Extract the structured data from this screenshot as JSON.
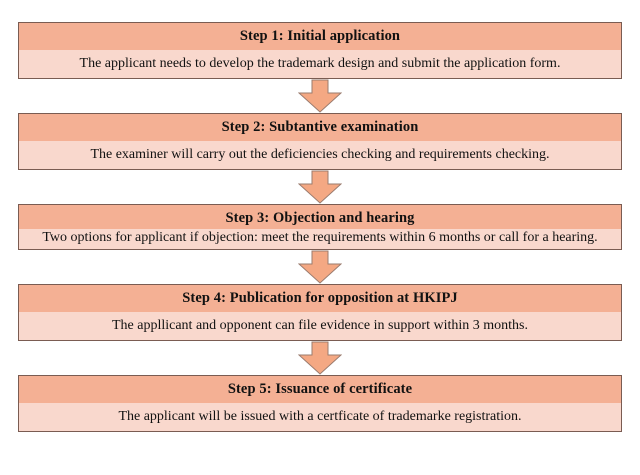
{
  "diagram": {
    "title": "Trademark registration process flowchart",
    "orientation": "vertical",
    "colors": {
      "header_fill": "#f4b094",
      "body_fill": "#f9d8cd",
      "box_border": "#7a5c52",
      "arrow_fill": "#f4a883",
      "arrow_border": "#9a7b6e",
      "background": "#ffffff",
      "text": "#111111"
    },
    "connector_icon": "down-arrow-icon",
    "steps": [
      {
        "id": "step-1",
        "title": "Step 1: Initial application",
        "body": "The applicant needs to develop the trademark design and submit the application form.",
        "body_lines": 1
      },
      {
        "id": "step-2",
        "title": "Step 2: Subtantive examination",
        "body": "The examiner will carry out the deficiencies checking and requirements checking.",
        "body_lines": 1
      },
      {
        "id": "step-3",
        "title": "Step 3: Objection and hearing",
        "body": "Two options for applicant if objection: meet the requirements within 6 months or call for a hearing.",
        "body_lines": 2
      },
      {
        "id": "step-4",
        "title": "Step 4: Publication for opposition at HKIPJ",
        "body": "The appllicant and opponent can file evidence in support within 3 months.",
        "body_lines": 1
      },
      {
        "id": "step-5",
        "title": "Step 5: Issuance of certificate",
        "body": "The applicant will be issued with a certficate of trademarke registration.",
        "body_lines": 1
      }
    ]
  }
}
